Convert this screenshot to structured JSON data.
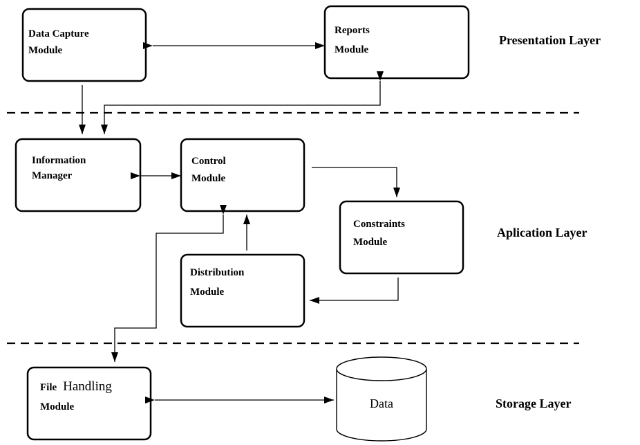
{
  "layers": {
    "presentation": "Presentation Layer",
    "application": "Aplication Layer",
    "storage": "Storage Layer"
  },
  "modules": {
    "data_capture": {
      "line1": "Data Capture",
      "line2": "Module"
    },
    "reports": {
      "line1": "Reports",
      "line2": "Module"
    },
    "information_manager": {
      "line1": "Information",
      "line2": "Manager"
    },
    "control": {
      "line1": "Control",
      "line2": "Module"
    },
    "constraints": {
      "line1": "Constraints",
      "line2": "Module"
    },
    "distribution": {
      "line1": "Distribution",
      "line2": "Module"
    },
    "file_handling": {
      "line1_bold": "File",
      "line1_plain": "Handling",
      "line2": "Module"
    }
  },
  "datastore": {
    "label": "Data"
  }
}
